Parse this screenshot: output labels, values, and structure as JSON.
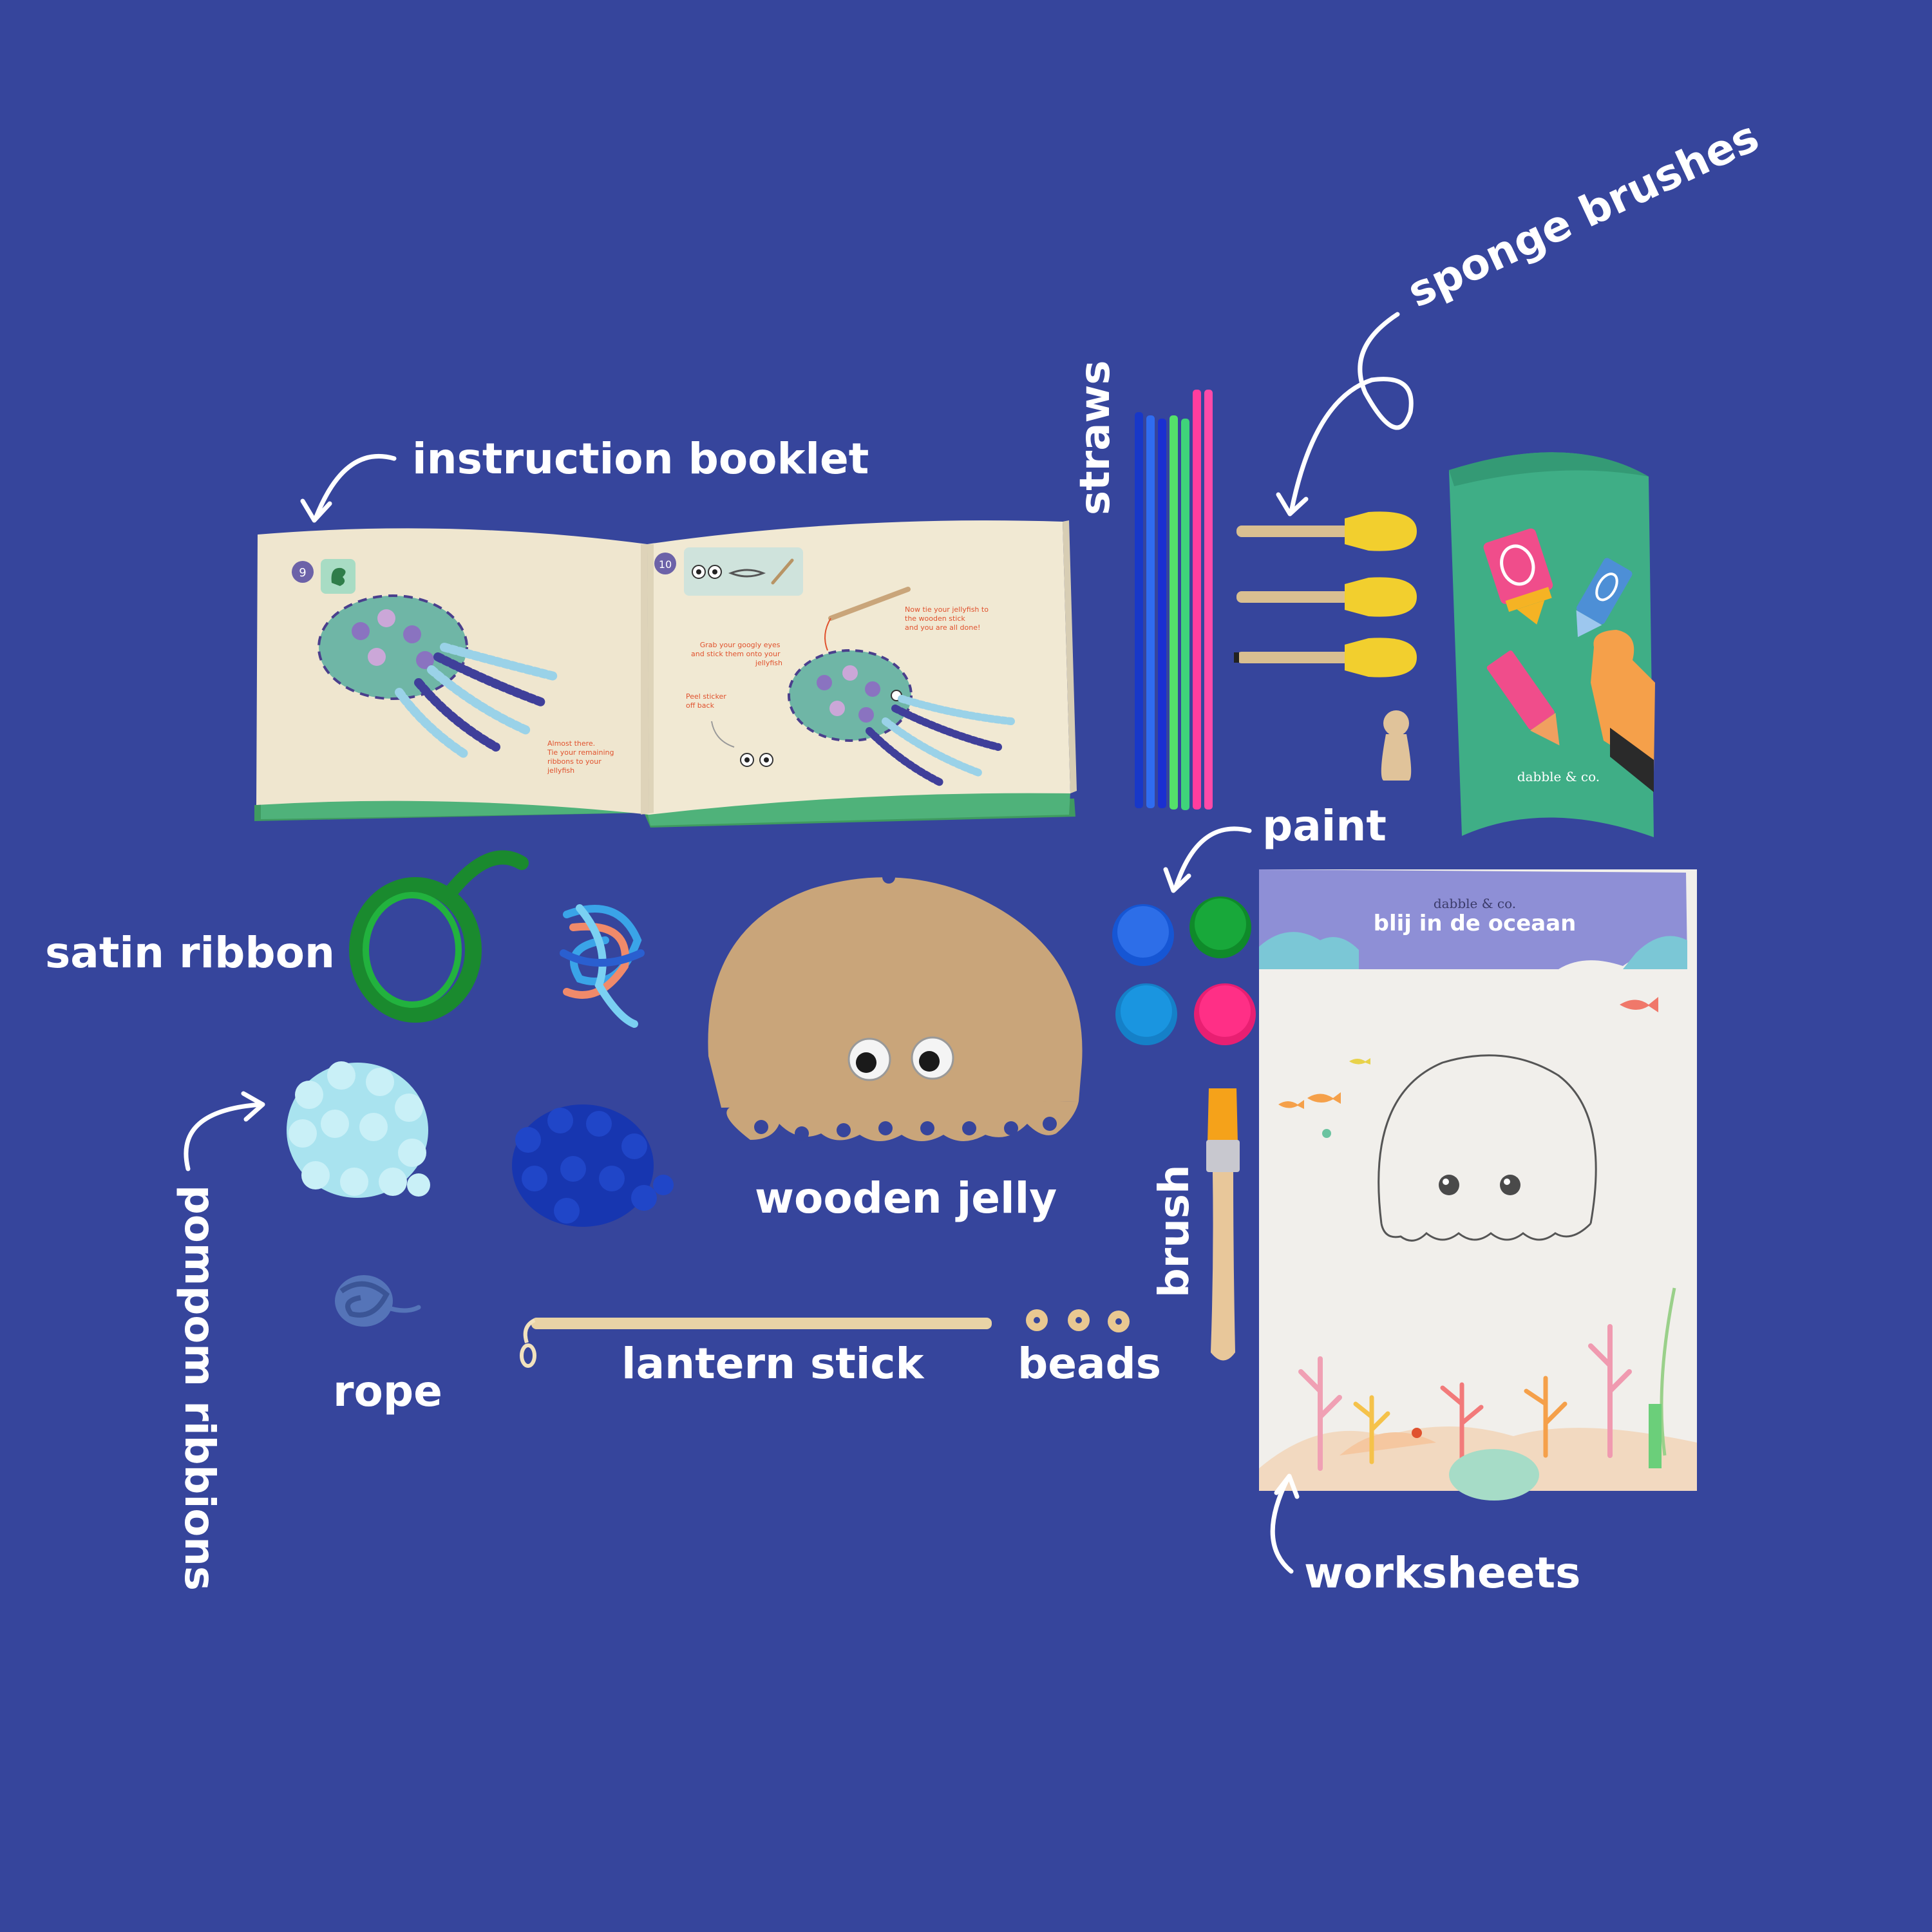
{
  "colors": {
    "background": "#36459c",
    "label": "#ffffff",
    "booklet_page": "#efe6cf",
    "booklet_green": "#4fb27a",
    "wood": "#c9a57a",
    "box_green": "#3fae86",
    "paint_blue": "#1656d4",
    "paint_green": "#119a31",
    "paint_cyan": "#1a8fd8",
    "paint_pink": "#ff2f86",
    "sponge_yellow": "#f2cf2e"
  },
  "labels": {
    "instruction_booklet": "instruction booklet",
    "straws": "straws",
    "sponge_brushes": "sponge brushes",
    "paint": "paint",
    "satin_ribbon": "satin ribbon",
    "wooden_jelly": "wooden jelly",
    "pompom_ribbons": "pompom ribbions",
    "brush": "brush",
    "rope": "rope",
    "lantern_stick": "lantern stick",
    "beads": "beads",
    "worksheets": "worksheets"
  },
  "booklet": {
    "page_left_number": "9",
    "page_right_number": "10",
    "note_left": [
      "Almost there.",
      "Tie your remaining",
      "ribbons to your",
      "jellyfish"
    ],
    "note_right_top": [
      "Now tie your jellyfish to",
      "the wooden stick",
      "and you are all done!"
    ],
    "note_right_mid": [
      "Grab your googly eyes",
      "and stick them onto your",
      "jellyfish"
    ],
    "note_right_low": [
      "Peel sticker",
      "off back"
    ]
  },
  "box": {
    "brand": "dabble & co."
  },
  "worksheet": {
    "brand": "dabble & co.",
    "title": "blij in de oceaan"
  }
}
